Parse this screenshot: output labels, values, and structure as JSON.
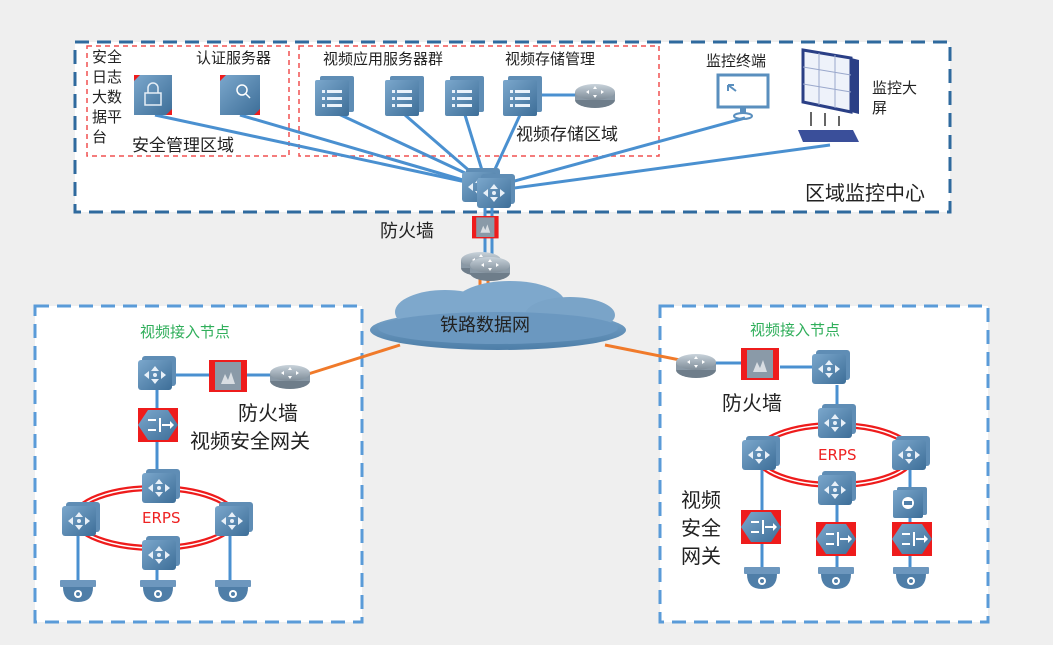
{
  "diagram": {
    "monitoring_center": {
      "title": "区域监控中心",
      "security_zone": {
        "title": "安全管理区域",
        "log_platform_label": "安全日志大数据平台",
        "auth_server_label": "认证服务器"
      },
      "video_zone": {
        "app_servers_label": "视频应用服务器群",
        "storage_mgmt_label": "视频存储管理",
        "storage_zone_label": "视频存储区域"
      },
      "terminal_label": "监控终端",
      "big_screen_label": "监控大屏",
      "firewall_label": "防火墙"
    },
    "network": {
      "cloud_label": "铁路数据网"
    },
    "left_node": {
      "title": "视频接入节点",
      "firewall_label": "防火墙",
      "gateway_label": "视频安全网关",
      "ring_label": "ERPS"
    },
    "right_node": {
      "title": "视频接入节点",
      "firewall_label": "防火墙",
      "gateway_label": "视频安全网关",
      "ring_label": "ERPS"
    },
    "colors": {
      "link_blue": "#4a90d0",
      "wan_orange": "#f07a2a",
      "ring_red": "#ee1c1c",
      "zone_dash_red": "#f05050",
      "center_dash_blue": "#2f6a9e",
      "node_dash_blue": "#5a9bd8",
      "node_title_green": "#2fae5a"
    }
  }
}
